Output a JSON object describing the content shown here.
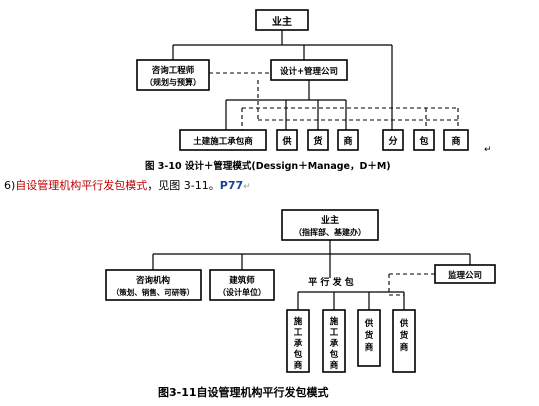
{
  "fig1": {
    "top": "业主",
    "consult_line1": "咨询工程师",
    "consult_line2": "（规划与预算）",
    "design": "设计+管理公司",
    "contractor": "土建施工承包商",
    "supply": [
      "供",
      "货",
      "商"
    ],
    "sub": [
      "分",
      "包",
      "商"
    ],
    "caption": "图 3-10 设计＋管理模式(Dessign＋Manage，D＋M)",
    "return_mark": "↵"
  },
  "paragraph": {
    "prefix": "6)",
    "red_text": "自设管理机构平行发包模式",
    "middle": "，见图 3-11。",
    "page_ref": "P77",
    "return_mark": "↵"
  },
  "fig2": {
    "top_line1": "业主",
    "top_line2": "（指挥部、基建办）",
    "consult_line1": "咨询机构",
    "consult_line2": "（策划、销售、可研等）",
    "architect_line1": "建筑师",
    "architect_line2": "（设计单位）",
    "parallel_label": "平  行  发  包",
    "supervision": "监理公司",
    "contractor_vertical": [
      "施",
      "工",
      "承",
      "包",
      "商"
    ],
    "supplier_vertical": [
      "供",
      "货",
      "商"
    ],
    "caption": "图3-11自设管理机构平行发包模式"
  }
}
